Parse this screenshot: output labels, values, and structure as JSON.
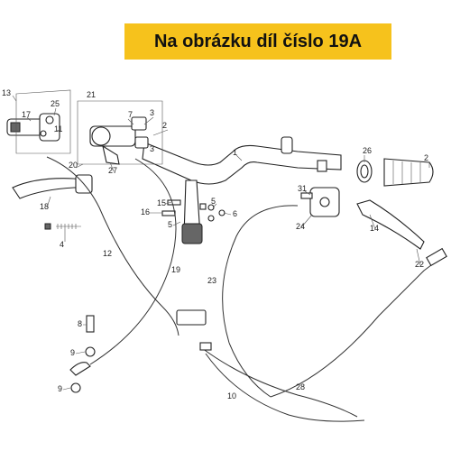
{
  "banner": {
    "text": "Na obrázku díl číslo 19A",
    "color": "#f6c21c"
  },
  "callouts": {
    "c1": "1",
    "c2": "2",
    "c3a": "3",
    "c3b": "3",
    "c4": "4",
    "c5a": "5",
    "c5b": "5",
    "c6": "6",
    "c7": "7",
    "c8": "8",
    "c9a": "9",
    "c9b": "9",
    "c10": "10",
    "c11": "11",
    "c12": "12",
    "c13": "13",
    "c14": "14",
    "c15": "15",
    "c16": "16",
    "c17": "17",
    "c18": "18",
    "c19": "19",
    "c20": "20",
    "c21": "21",
    "c22": "22",
    "c23": "23",
    "c24": "24",
    "c25": "25",
    "c26": "26",
    "c27": "27",
    "c28": "28",
    "c31": "31"
  }
}
